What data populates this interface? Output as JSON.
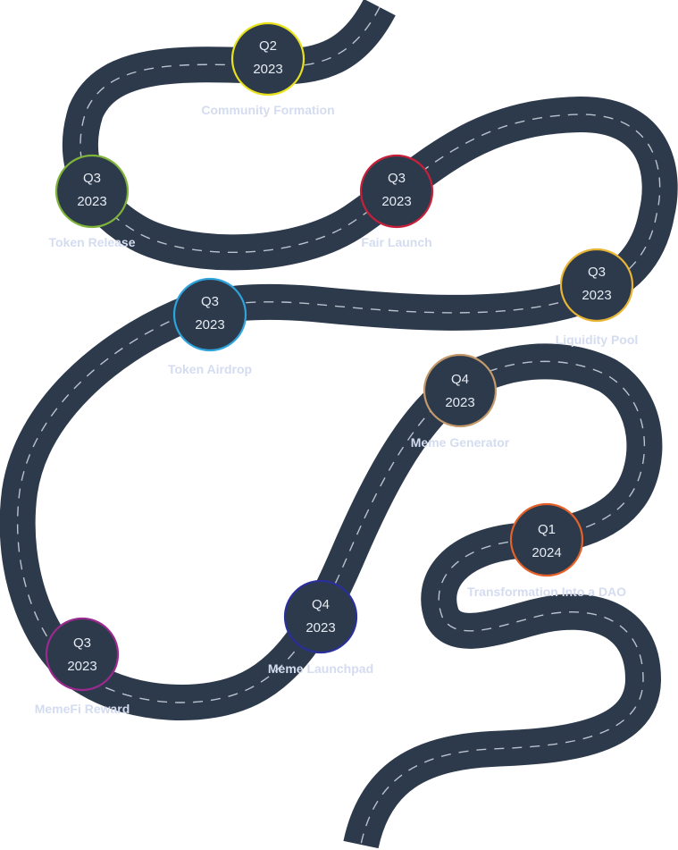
{
  "colors": {
    "road": "#2d3a4b",
    "road_dash": "#b9c2cd",
    "circle_fill": "#2d3a4b",
    "circle_text": "#e6ebf2",
    "label_text": "#d4dcf0"
  },
  "milestones": [
    {
      "id": "community-formation",
      "quarter": "Q2",
      "year": "2023",
      "label": "Community Formation",
      "ring_color": "#e8e21c"
    },
    {
      "id": "token-release",
      "quarter": "Q3",
      "year": "2023",
      "label": "Token Release",
      "ring_color": "#7fb33a"
    },
    {
      "id": "fair-launch",
      "quarter": "Q3",
      "year": "2023",
      "label": "Fair Launch",
      "ring_color": "#c8203a"
    },
    {
      "id": "liquidity-pool",
      "quarter": "Q3",
      "year": "2023",
      "label": "Liquidity Pool",
      "ring_color": "#e9b534"
    },
    {
      "id": "token-airdrop",
      "quarter": "Q3",
      "year": "2023",
      "label": "Token Airdrop",
      "ring_color": "#2ea3dc"
    },
    {
      "id": "meme-generator",
      "quarter": "Q4",
      "year": "2023",
      "label": "Meme Generator",
      "ring_color": "#c49a6a"
    },
    {
      "id": "transformation-dao",
      "quarter": "Q1",
      "year": "2024",
      "label": "Transformation Into a DAO",
      "ring_color": "#e4622a"
    },
    {
      "id": "meme-launchpad",
      "quarter": "Q4",
      "year": "2023",
      "label": "Meme Launchpad",
      "ring_color": "#2a2f9a"
    },
    {
      "id": "memefi-reward",
      "quarter": "Q3",
      "year": "2023",
      "label": "MemeFi Reward",
      "ring_color": "#9a2a8e"
    }
  ]
}
